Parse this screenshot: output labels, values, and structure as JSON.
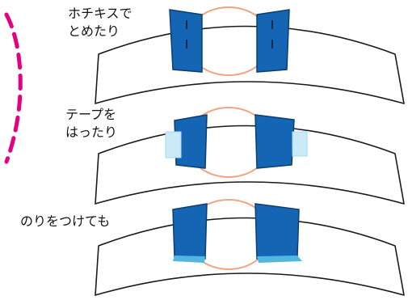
{
  "colors": {
    "strip_stroke": "#1a1a1a",
    "strip_fill": "#ffffff",
    "end_fill": "#1466b4",
    "end_stroke": "#0d3e6e",
    "connector": "#f0a384",
    "staple": "#0b2c52",
    "tape": "#c9eaf6",
    "glue": "#4fb8e0",
    "dashed_arc": "#e4007f"
  },
  "icons": {
    "staple": "staple-icon",
    "tape": "tape-icon",
    "glue": "glue-icon"
  },
  "rows": [
    {
      "id": "staple",
      "label_lines": [
        "ホチキスで",
        "とめたり"
      ]
    },
    {
      "id": "tape",
      "label_lines": [
        "テープを",
        "はったり"
      ]
    },
    {
      "id": "glue",
      "label_lines": [
        "のりをつけても"
      ]
    }
  ]
}
